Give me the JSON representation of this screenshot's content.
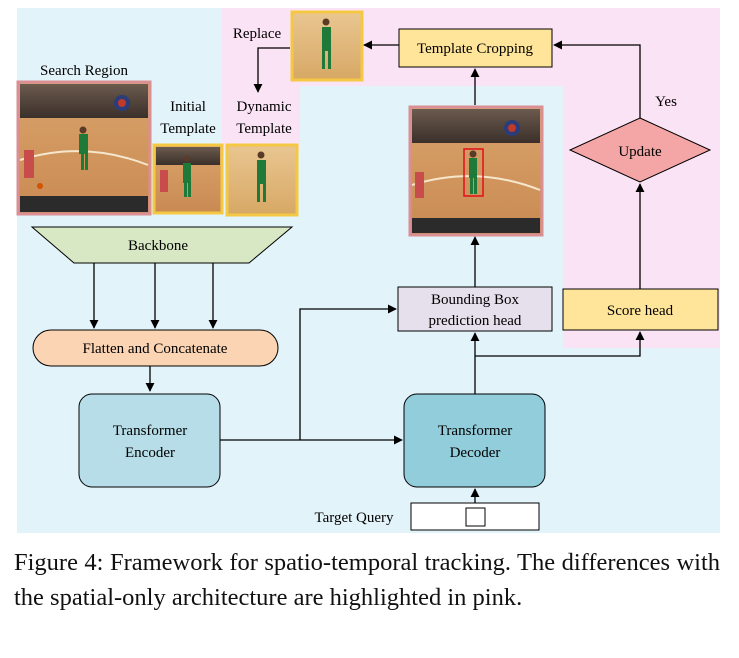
{
  "labels": {
    "search_region": "Search Region",
    "initial_template_1": "Initial",
    "initial_template_2": "Template",
    "dynamic_template_1": "Dynamic",
    "dynamic_template_2": "Template",
    "replace": "Replace",
    "template_cropping": "Template Cropping",
    "yes": "Yes",
    "update": "Update",
    "backbone": "Backbone",
    "flatten_concat": "Flatten and Concatenate",
    "bbox_head_1": "Bounding Box",
    "bbox_head_2": "prediction head",
    "score_head": "Score head",
    "encoder_1": "Transformer",
    "encoder_2": "Encoder",
    "decoder_1": "Transformer",
    "decoder_2": "Decoder",
    "target_query": "Target Query"
  },
  "caption": "Figure 4: Framework for spatio-temporal tracking. The differences with the spatial-only architecture are highlighted in pink.",
  "colors": {
    "blue_background": "#e3f3fa",
    "pink_background": "#fbe3f6",
    "template_cropping": "#ffe599",
    "score_head": "#ffe599",
    "update": "#f4a5a5",
    "backbone": "#d9e8c4",
    "flatten": "#fbd4b4",
    "bbox_head": "#e6e0ec",
    "encoder": "#b7dee8",
    "decoder": "#92cddc",
    "photo_border_pink": "#d98f94",
    "photo_border_gold": "#f4c842"
  }
}
